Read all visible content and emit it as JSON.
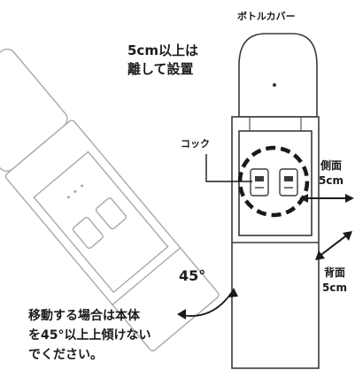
{
  "labels": {
    "bottle_cover": "ボトルカバー",
    "clearance_note": "5cm以上は\n離して設置",
    "cock": "コック",
    "side": "側面\n5cm",
    "back": "背面\n5cm",
    "angle": "45°",
    "tilt_warning": "移動する場合は本体\nを45°以上上傾けない\nでください。"
  },
  "colors": {
    "outline": "#3a3a3a",
    "fill": "#ffffff",
    "tilted_outline": "#9a9a9a",
    "ink": "#1a1a1a"
  },
  "icons": [
    "double-arrow-icon",
    "curved-arrow-icon",
    "dashed-circle-icon"
  ]
}
